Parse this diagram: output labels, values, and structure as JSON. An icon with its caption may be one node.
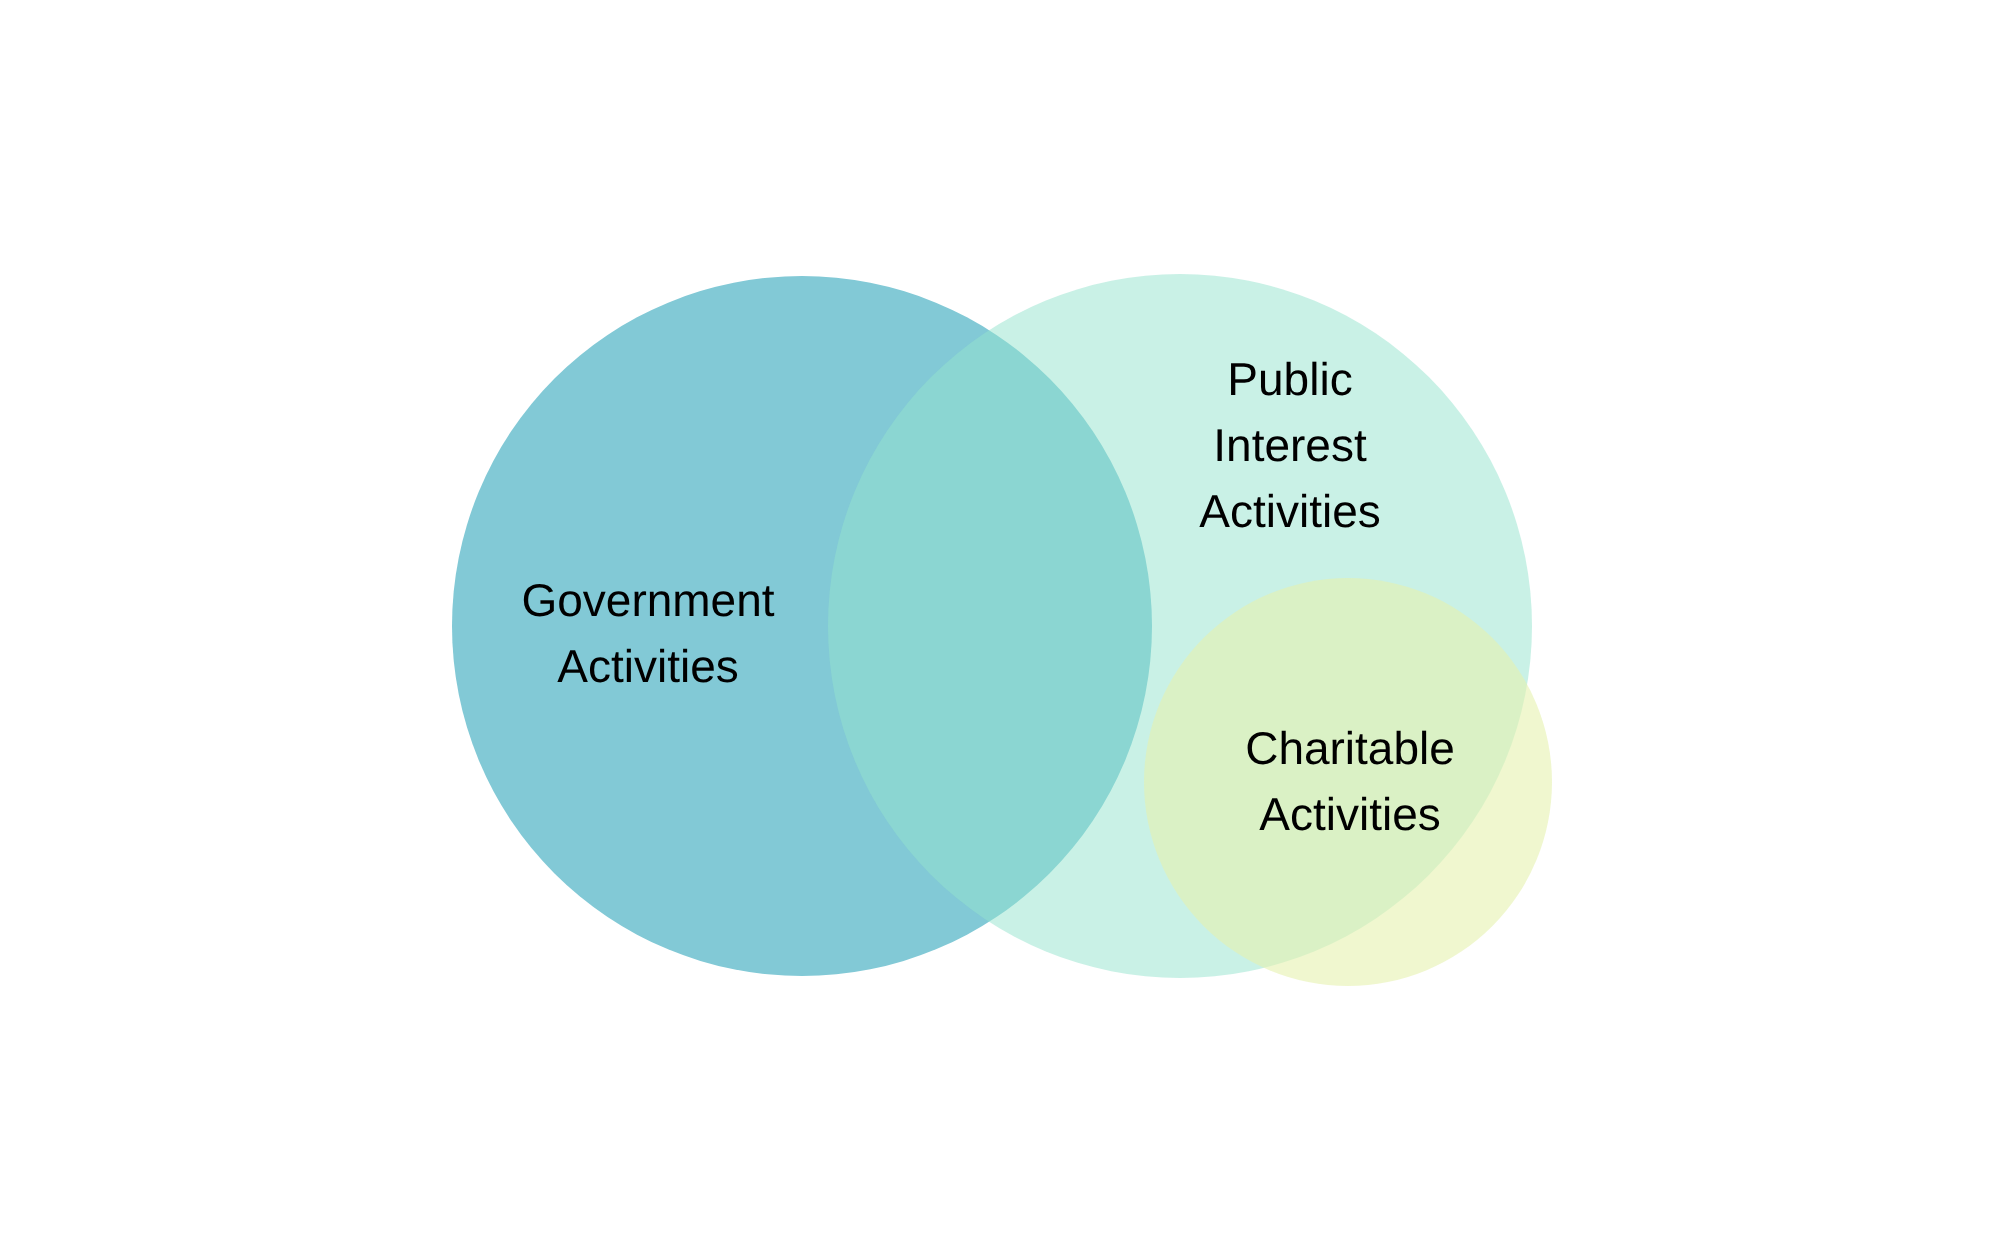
{
  "diagram": {
    "nodes": [
      {
        "text": [
          "Government Activities"
        ]
      },
      {
        "text": [
          "Public Interest Activities"
        ]
      },
      {
        "text": [
          "Charitable Activities"
        ]
      }
    ]
  }
}
